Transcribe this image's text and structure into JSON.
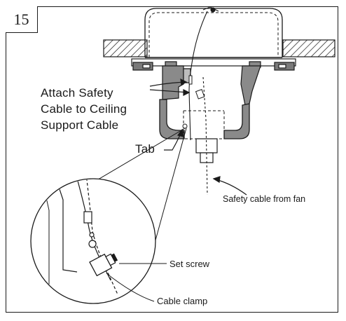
{
  "step_number": "15",
  "labels": {
    "attach_line1": "Attach Safety",
    "attach_line2": "Cable to Ceiling",
    "attach_line3": "Support Cable",
    "tab": "Tab",
    "safety_cable_from_fan": "Safety cable from fan",
    "set_screw": "Set screw",
    "cable_clamp": "Cable clamp"
  }
}
